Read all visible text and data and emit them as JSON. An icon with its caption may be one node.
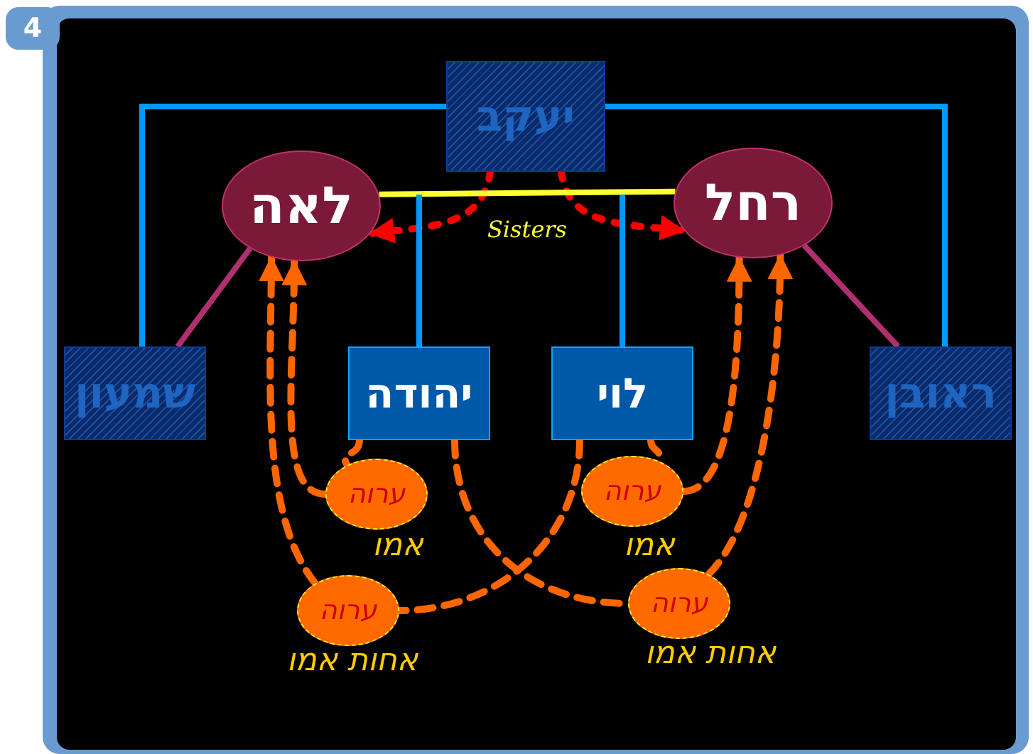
{
  "diagram": {
    "nodes": [
      {
        "text": [
          "יעקב"
        ]
      },
      {
        "text": [
          "לאה"
        ]
      },
      {
        "text": [
          "רחל"
        ]
      },
      {
        "text": [
          "שמעון"
        ]
      },
      {
        "text": [
          "יהודה"
        ]
      },
      {
        "text": [
          "לוי"
        ]
      },
      {
        "text": [
          "ראובן"
        ]
      },
      {
        "text": [
          "ערוה"
        ],
        "beside": [
          "אמו"
        ]
      },
      {
        "text": [
          "ערוה"
        ],
        "beside": [
          "אמו"
        ]
      },
      {
        "text": [
          "ערוה"
        ],
        "beside": [
          "אחות אמו"
        ]
      },
      {
        "text": [
          "ערוה"
        ],
        "beside": [
          "אחות אמו"
        ]
      }
    ],
    "edges": [
      {
        "from": 0,
        "to": 1,
        "arrow": "to",
        "style": "dashed",
        "color": "#ff0000"
      },
      {
        "from": 0,
        "to": 2,
        "arrow": "to",
        "style": "dashed",
        "color": "#ff0000"
      },
      {
        "from": 1,
        "to": 2,
        "arrow": "none",
        "label": "Sisters",
        "color": "#ffff33"
      },
      {
        "from": 0,
        "to": 3,
        "arrow": "none",
        "color": "#0099ff"
      },
      {
        "from": 0,
        "to": 6,
        "arrow": "none",
        "color": "#0099ff"
      },
      {
        "from": null,
        "to": 4,
        "arrow": "none",
        "color": "#0099ff"
      },
      {
        "from": null,
        "to": 5,
        "arrow": "none",
        "color": "#0099ff"
      },
      {
        "from": 1,
        "to": 3,
        "arrow": "none",
        "color": "#b0306f"
      },
      {
        "from": 2,
        "to": 6,
        "arrow": "none",
        "color": "#b0306f"
      },
      {
        "from": 4,
        "to": 7,
        "arrow": "none",
        "style": "dashed"
      },
      {
        "from": 7,
        "to": 1,
        "arrow": "to",
        "style": "dashed"
      },
      {
        "from": 4,
        "to": 10,
        "arrow": "none",
        "style": "dashed"
      },
      {
        "from": 10,
        "to": 2,
        "arrow": "to",
        "style": "dashed"
      },
      {
        "from": 5,
        "to": 9,
        "arrow": "none",
        "style": "dashed"
      },
      {
        "from": 9,
        "to": 1,
        "arrow": "to",
        "style": "dashed"
      },
      {
        "from": 5,
        "to": 8,
        "arrow": "none",
        "style": "dashed"
      },
      {
        "from": 8,
        "to": 2,
        "arrow": "to",
        "style": "dashed"
      }
    ],
    "labels": [
      "4"
    ]
  }
}
